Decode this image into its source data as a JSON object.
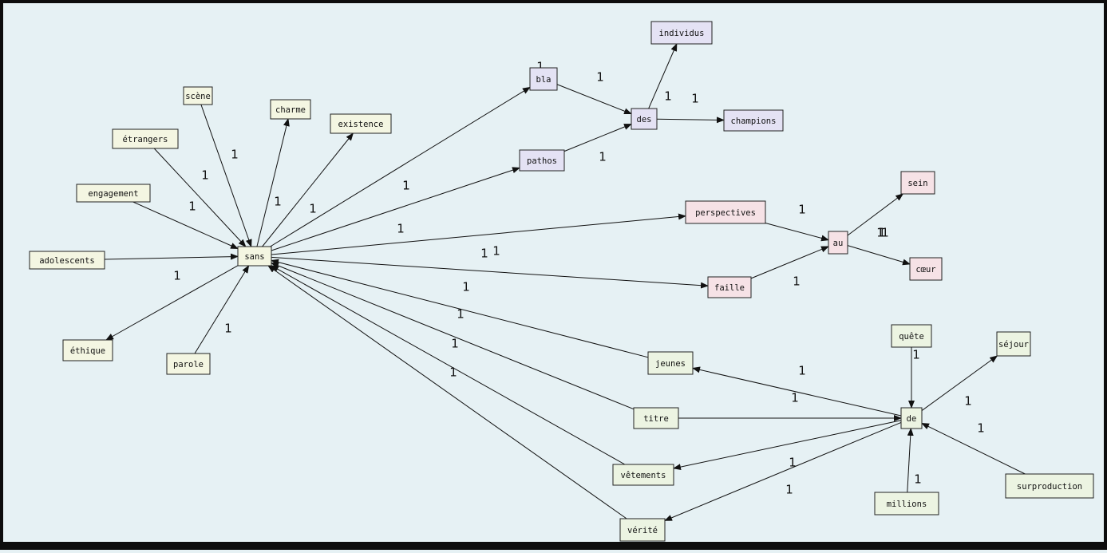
{
  "colors": {
    "background": "#e6f1f4",
    "group_sans": "#f4f6e2",
    "group_des": "#e4e2f4",
    "group_au": "#f6e2e6",
    "group_de": "#ecf4e2"
  },
  "nodes": [
    {
      "id": "sans",
      "label": "sans",
      "group": "sans"
    },
    {
      "id": "adolescents",
      "label": "adolescents",
      "group": "sans"
    },
    {
      "id": "engagement",
      "label": "engagement",
      "group": "sans"
    },
    {
      "id": "etrangers",
      "label": "étrangers",
      "group": "sans"
    },
    {
      "id": "scene",
      "label": "scène",
      "group": "sans"
    },
    {
      "id": "charme",
      "label": "charme",
      "group": "sans"
    },
    {
      "id": "existence",
      "label": "existence",
      "group": "sans"
    },
    {
      "id": "ethique",
      "label": "éthique",
      "group": "sans"
    },
    {
      "id": "parole",
      "label": "parole",
      "group": "sans"
    },
    {
      "id": "bla",
      "label": "bla",
      "group": "des"
    },
    {
      "id": "pathos",
      "label": "pathos",
      "group": "des"
    },
    {
      "id": "des",
      "label": "des",
      "group": "des"
    },
    {
      "id": "individus",
      "label": "individus",
      "group": "des"
    },
    {
      "id": "champions",
      "label": "champions",
      "group": "des"
    },
    {
      "id": "perspectives",
      "label": "perspectives",
      "group": "au"
    },
    {
      "id": "faille",
      "label": "faille",
      "group": "au"
    },
    {
      "id": "au",
      "label": "au",
      "group": "au"
    },
    {
      "id": "sein",
      "label": "sein",
      "group": "au"
    },
    {
      "id": "coeur",
      "label": "cœur",
      "group": "au"
    },
    {
      "id": "jeunes",
      "label": "jeunes",
      "group": "de"
    },
    {
      "id": "titre",
      "label": "titre",
      "group": "de"
    },
    {
      "id": "vetements",
      "label": "vêtements",
      "group": "de"
    },
    {
      "id": "verite",
      "label": "vérité",
      "group": "de"
    },
    {
      "id": "de",
      "label": "de",
      "group": "de"
    },
    {
      "id": "quete",
      "label": "quête",
      "group": "de"
    },
    {
      "id": "sejour",
      "label": "séjour",
      "group": "de"
    },
    {
      "id": "millions",
      "label": "millions",
      "group": "de"
    },
    {
      "id": "surproduction",
      "label": "surproduction",
      "group": "de"
    }
  ],
  "edges": [
    {
      "from": "adolescents",
      "to": "sans",
      "label": ""
    },
    {
      "from": "engagement",
      "to": "sans",
      "label": "1"
    },
    {
      "from": "etrangers",
      "to": "sans",
      "label": "1"
    },
    {
      "from": "scene",
      "to": "sans",
      "label": "1"
    },
    {
      "from": "sans",
      "to": "charme",
      "label": "1"
    },
    {
      "from": "sans",
      "to": "existence",
      "label": "1"
    },
    {
      "from": "sans",
      "to": "ethique",
      "label": "1"
    },
    {
      "from": "parole",
      "to": "sans",
      "label": "1"
    },
    {
      "from": "sans",
      "to": "bla",
      "label": "1"
    },
    {
      "from": "sans",
      "to": "pathos",
      "label": "1"
    },
    {
      "from": "sans",
      "to": "perspectives",
      "label": "1"
    },
    {
      "from": "sans",
      "to": "faille",
      "label": "1"
    },
    {
      "from": "jeunes",
      "to": "sans",
      "label": "1"
    },
    {
      "from": "titre",
      "to": "sans",
      "label": "1"
    },
    {
      "from": "vetements",
      "to": "sans",
      "label": "1"
    },
    {
      "from": "verite",
      "to": "sans",
      "label": "1"
    },
    {
      "from": "bla",
      "to": "des",
      "label": "1"
    },
    {
      "from": "pathos",
      "to": "des",
      "label": "1"
    },
    {
      "from": "des",
      "to": "individus",
      "label": "1"
    },
    {
      "from": "des",
      "to": "champions",
      "label": "1"
    },
    {
      "from": "perspectives",
      "to": "au",
      "label": "1"
    },
    {
      "from": "faille",
      "to": "au",
      "label": "1"
    },
    {
      "from": "au",
      "to": "sein",
      "label": "1"
    },
    {
      "from": "au",
      "to": "coeur",
      "label": "1"
    },
    {
      "from": "de",
      "to": "jeunes",
      "label": "1"
    },
    {
      "from": "titre",
      "to": "de",
      "label": "1"
    },
    {
      "from": "de",
      "to": "vetements",
      "label": "1"
    },
    {
      "from": "de",
      "to": "verite",
      "label": "1"
    },
    {
      "from": "quete",
      "to": "de",
      "label": "1"
    },
    {
      "from": "de",
      "to": "sejour",
      "label": "1"
    },
    {
      "from": "millions",
      "to": "de",
      "label": "1"
    },
    {
      "from": "surproduction",
      "to": "de",
      "label": "1"
    }
  ],
  "stray_labels": [
    "1",
    "1",
    "1",
    "1"
  ]
}
